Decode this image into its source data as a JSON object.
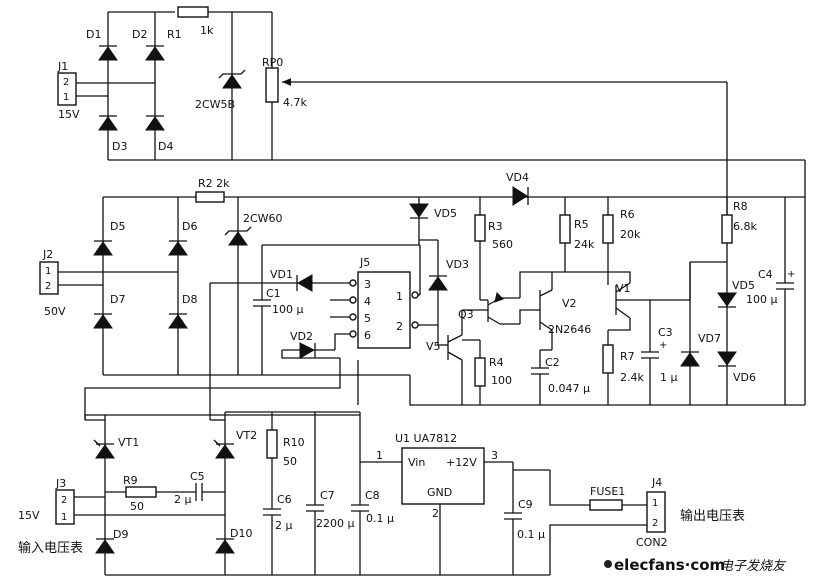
{
  "labels": {
    "J1": "J1",
    "J1_p2": "2",
    "J1_p1": "1",
    "J1_v": "15V",
    "D1": "D1",
    "D2": "D2",
    "D3": "D3",
    "D4": "D4",
    "R1": "R1",
    "R1_val": "1k",
    "Z1": "2CW5B",
    "RP0": "RP0",
    "RP0_val": "4.7k",
    "J2": "J2",
    "J2_p1": "1",
    "J2_p2": "2",
    "J2_v": "50V",
    "D5": "D5",
    "D6": "D6",
    "D7": "D7",
    "D8": "D8",
    "R2": "R2 2k",
    "Z2": "2CW60",
    "VD1": "VD1",
    "VD2": "VD2",
    "VD3": "VD3",
    "VD4": "VD4",
    "VD5a": "VD5",
    "C1": "C1",
    "C1_val": "100 μ",
    "J5": "J5",
    "J5_3": "3",
    "J5_4": "4",
    "J5_5": "5",
    "J5_6": "6",
    "J5_1": "1",
    "J5_2": "2",
    "R3": "R3",
    "R3_val": "560",
    "R4": "R4",
    "R4_val": "100",
    "Q3": "Q3",
    "V5": "V5",
    "R5": "R5",
    "R5_val": "24k",
    "V2": "V2",
    "V2_part": "2N2646",
    "C2": "C2",
    "C2_val": "0.047 μ",
    "R6": "R6",
    "R6_val": "20k",
    "V1": "V1",
    "R7": "R7",
    "R7_val": "2.4k",
    "C3": "C3",
    "C3_val": "1 μ",
    "R8": "R8",
    "R8_val": "6.8k",
    "VD5b": "VD5",
    "VD6": "VD6",
    "VD7": "VD7",
    "C4": "C4",
    "C4_val": "100 μ",
    "plus": "+",
    "VT1": "VT1",
    "VT2": "VT2",
    "J3": "J3",
    "J3_p2": "2",
    "J3_p1": "1",
    "J3_v": "15V",
    "R9": "R9",
    "R9_val": "50",
    "C5": "C5",
    "C5_val": "2 μ",
    "D9": "D9",
    "D10": "D10",
    "in_meter": "输入电压表",
    "R10": "R10",
    "R10_val": "50",
    "C6": "C6",
    "C6_val": "2 μ",
    "C7": "C7",
    "C7_val": "2200 μ",
    "C8": "C8",
    "C8_val": "0.1 μ",
    "U1": "U1 UA7812",
    "U1_vin": "Vin",
    "U1_vout": "+12V",
    "U1_gnd": "GND",
    "U1_p1": "1",
    "U1_p2": "2",
    "U1_p3": "3",
    "C9": "C9",
    "C9_val": "0.1 μ",
    "FUSE1": "FUSE1",
    "J4": "J4",
    "J4_p1": "1",
    "J4_p2": "2",
    "CON2": "CON2",
    "out_meter": "输出电压表",
    "wm": "elecfans·com",
    "wm_cn": "电子发烧友"
  }
}
